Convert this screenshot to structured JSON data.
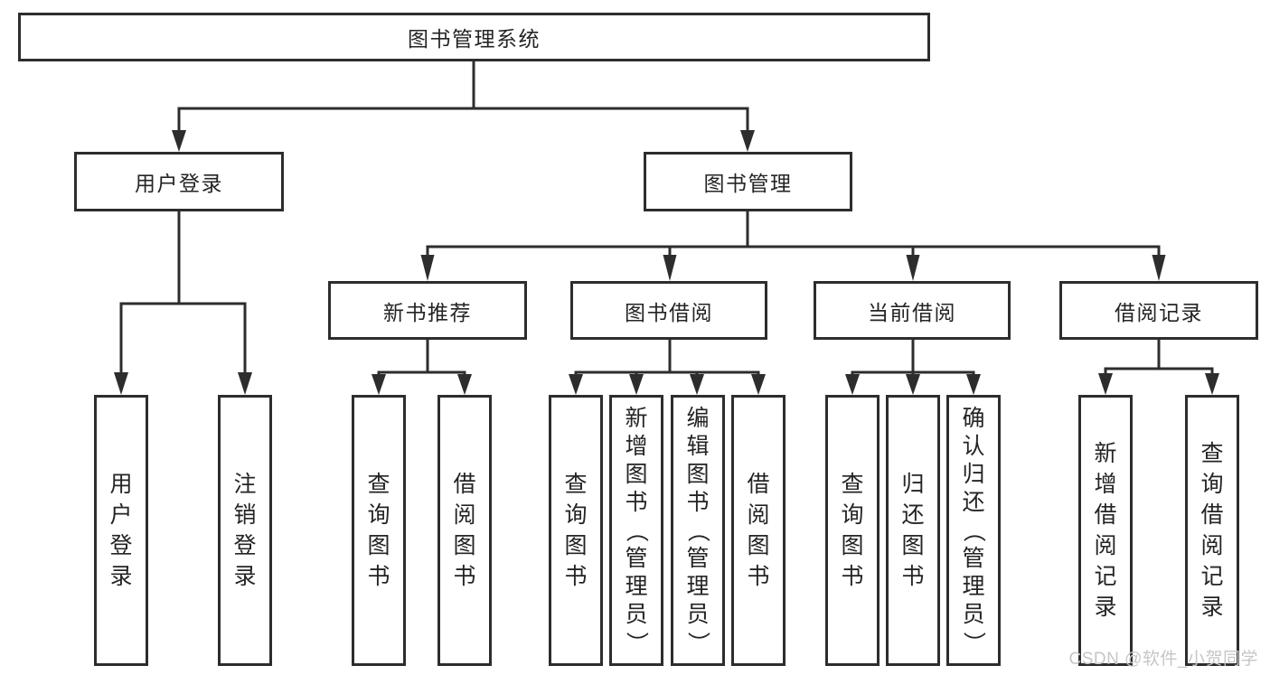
{
  "diagram_title": "图书管理系统",
  "watermark": {
    "text": "CSDN @软件_小贺同学"
  },
  "colors": {
    "line": "#2d2d2d",
    "box_border": "#2d2d2d",
    "box_background": "#ffffff",
    "text": "#242424",
    "watermark_text": "#c6c6c6",
    "page_background": "#ffffff"
  },
  "tree": {
    "label": "图书管理系统",
    "children": [
      {
        "label": "用户登录",
        "children": [
          {
            "label": "用户登录"
          },
          {
            "label": "注销登录"
          }
        ]
      },
      {
        "label": "图书管理",
        "children": [
          {
            "label": "新书推荐",
            "children": [
              {
                "label": "查询图书"
              },
              {
                "label": "借阅图书"
              }
            ]
          },
          {
            "label": "图书借阅",
            "children": [
              {
                "label": "查询图书"
              },
              {
                "label": "新增图书（管理员）"
              },
              {
                "label": "编辑图书（管理员）"
              },
              {
                "label": "借阅图书"
              }
            ]
          },
          {
            "label": "当前借阅",
            "children": [
              {
                "label": "查询图书"
              },
              {
                "label": "归还图书"
              },
              {
                "label": "确认归还（管理员）"
              }
            ]
          },
          {
            "label": "借阅记录",
            "children": [
              {
                "label": "新增借阅记录"
              },
              {
                "label": "查询借阅记录"
              }
            ]
          }
        ]
      }
    ]
  }
}
